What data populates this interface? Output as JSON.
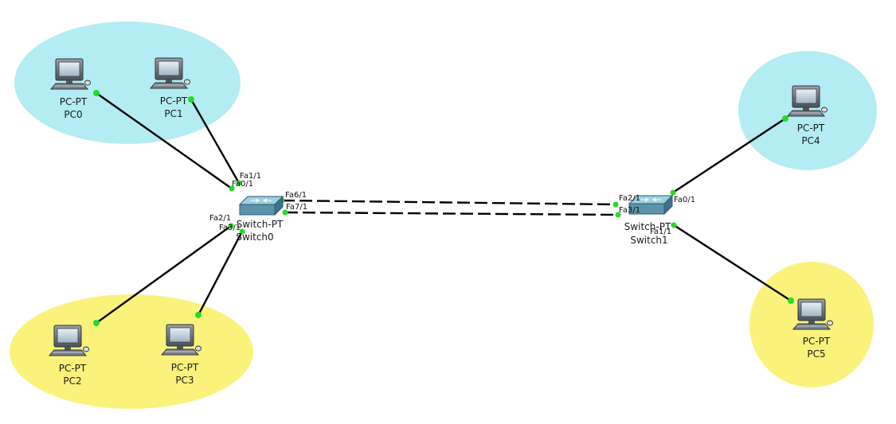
{
  "colors": {
    "vlan_cyan": "#b3ecf2",
    "vlan_yellow": "#fbf27c",
    "link": "#000000",
    "port_up": "#22dd22",
    "switch_body": "#6a9fb5"
  },
  "vlan_groups": [
    {
      "id": "cyan-left",
      "color": "vlan_cyan"
    },
    {
      "id": "yellow-left",
      "color": "vlan_yellow"
    },
    {
      "id": "cyan-right",
      "color": "vlan_cyan"
    },
    {
      "id": "yellow-right",
      "color": "vlan_yellow"
    }
  ],
  "devices": {
    "pc0": {
      "model": "PC-PT",
      "name": "PC0",
      "icon": "pc-icon"
    },
    "pc1": {
      "model": "PC-PT",
      "name": "PC1",
      "icon": "pc-icon"
    },
    "pc2": {
      "model": "PC-PT",
      "name": "PC2",
      "icon": "pc-icon"
    },
    "pc3": {
      "model": "PC-PT",
      "name": "PC3",
      "icon": "pc-icon"
    },
    "pc4": {
      "model": "PC-PT",
      "name": "PC4",
      "icon": "pc-icon"
    },
    "pc5": {
      "model": "PC-PT",
      "name": "PC5",
      "icon": "pc-icon"
    },
    "switch0": {
      "model": "Switch-PT",
      "name": "Switch0",
      "icon": "switch-icon"
    },
    "switch1": {
      "model": "Switch-PT",
      "name": "Switch1",
      "icon": "switch-icon"
    }
  },
  "ports": {
    "sw0_fa1": "Fa1/1",
    "sw0_fa0": "Fa0/1",
    "sw0_fa6": "Fa6/1",
    "sw0_fa7": "Fa7/1",
    "sw0_fa2": "Fa2/1",
    "sw0_fa3": "Fa3/1",
    "sw1_fa2": "Fa2/1",
    "sw1_fa3": "Fa3/1",
    "sw1_fa0": "Fa0/1",
    "sw1_fa1": "Fa1/1"
  },
  "links": [
    {
      "from": "PC0",
      "to": "Switch0",
      "port": "Fa0/1",
      "type": "straight"
    },
    {
      "from": "PC1",
      "to": "Switch0",
      "port": "Fa1/1",
      "type": "straight"
    },
    {
      "from": "PC2",
      "to": "Switch0",
      "port": "Fa2/1",
      "type": "straight"
    },
    {
      "from": "PC3",
      "to": "Switch0",
      "port": "Fa3/1",
      "type": "straight"
    },
    {
      "from": "Switch0 Fa6/1",
      "to": "Switch1 Fa2/1",
      "type": "crossover"
    },
    {
      "from": "Switch0 Fa7/1",
      "to": "Switch1 Fa3/1",
      "type": "crossover"
    },
    {
      "from": "PC4",
      "to": "Switch1",
      "port": "Fa0/1",
      "type": "straight"
    },
    {
      "from": "PC5",
      "to": "Switch1",
      "port": "Fa1/1",
      "type": "straight"
    }
  ]
}
